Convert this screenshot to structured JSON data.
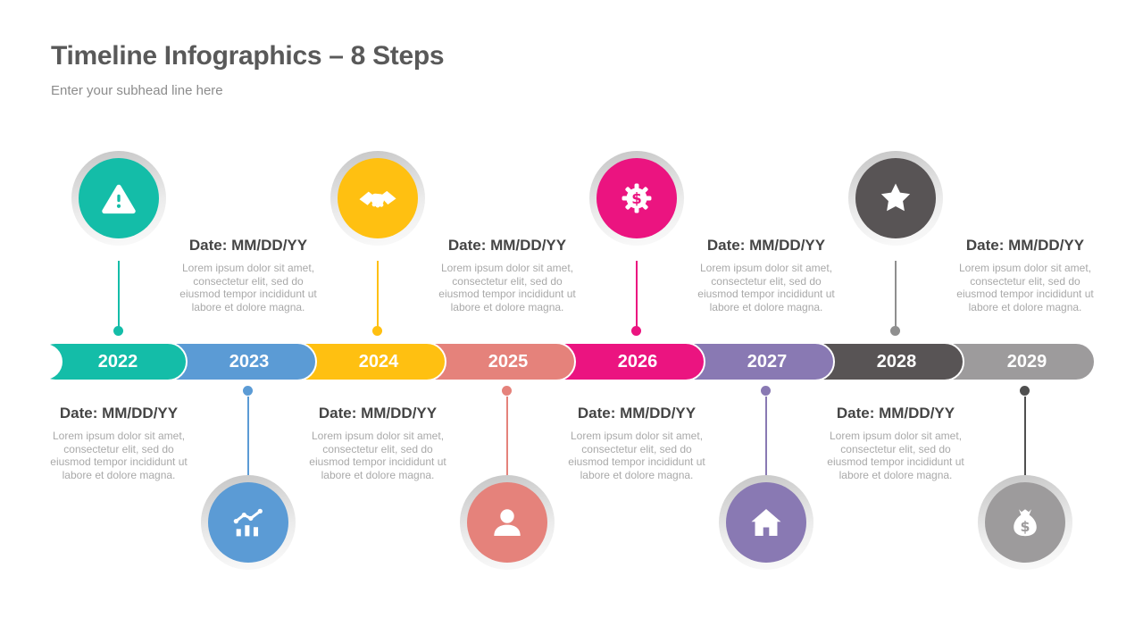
{
  "header": {
    "title": "Timeline Infographics – 8 Steps",
    "subtitle": "Enter your subhead line here"
  },
  "steps": [
    {
      "year": "2022",
      "side": "top",
      "color": "#14BDA8",
      "connector_color": "#14BDA8",
      "icon": "warning-icon",
      "date_label": "Date: MM/DD/YY",
      "description": "Lorem ipsum dolor sit amet, consectetur elit, sed do eiusmod tempor incididunt ut labore et dolore magna."
    },
    {
      "year": "2023",
      "side": "bottom",
      "color": "#5B9BD5",
      "connector_color": "#5B9BD5",
      "icon": "chart-trend-icon",
      "date_label": "Date: MM/DD/YY",
      "description": "Lorem ipsum dolor sit amet, consectetur elit, sed do eiusmod tempor incididunt ut labore et dolore magna."
    },
    {
      "year": "2024",
      "side": "top",
      "color": "#FFC011",
      "connector_color": "#FFC011",
      "icon": "handshake-icon",
      "date_label": "Date: MM/DD/YY",
      "description": "Lorem ipsum dolor sit amet, consectetur elit, sed do eiusmod tempor incididunt ut labore et dolore magna."
    },
    {
      "year": "2025",
      "side": "bottom",
      "color": "#E5827B",
      "connector_color": "#E5827B",
      "icon": "user-icon",
      "date_label": "Date: MM/DD/YY",
      "description": "Lorem ipsum dolor sit amet, consectetur elit, sed do eiusmod tempor incididunt ut labore et dolore magna."
    },
    {
      "year": "2026",
      "side": "top",
      "color": "#EB1480",
      "connector_color": "#EB1480",
      "icon": "gear-dollar-icon",
      "date_label": "Date: MM/DD/YY",
      "description": "Lorem ipsum dolor sit amet, consectetur elit, sed do eiusmod tempor incididunt ut labore et dolore magna."
    },
    {
      "year": "2027",
      "side": "bottom",
      "color": "#8979B3",
      "connector_color": "#8979B3",
      "icon": "home-icon",
      "date_label": "Date: MM/DD/YY",
      "description": "Lorem ipsum dolor sit amet, consectetur elit, sed do eiusmod tempor incididunt ut labore et dolore magna."
    },
    {
      "year": "2028",
      "side": "top",
      "color": "#585455",
      "connector_color": "#8F8F8F",
      "icon": "star-icon",
      "date_label": "Date: MM/DD/YY",
      "description": "Lorem ipsum dolor sit amet, consectetur elit, sed do eiusmod tempor incididunt ut labore et dolore magna."
    },
    {
      "year": "2029",
      "side": "bottom",
      "color": "#9D9B9C",
      "connector_color": "#4F4F4F",
      "icon": "money-bag-icon",
      "date_label": "Date: MM/DD/YY",
      "description": "Lorem ipsum dolor sit amet, consectetur elit, sed do eiusmod tempor incididunt ut labore et dolore magna."
    }
  ]
}
